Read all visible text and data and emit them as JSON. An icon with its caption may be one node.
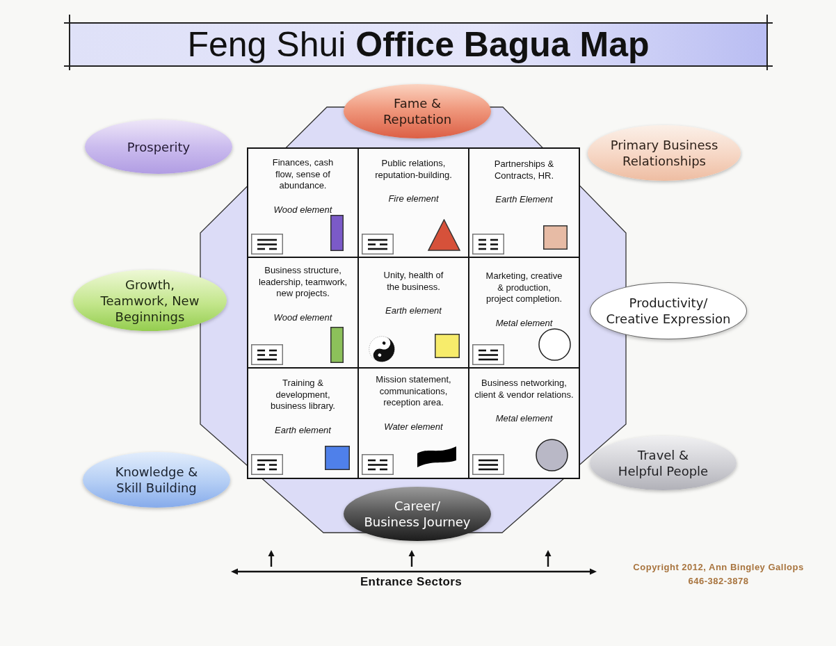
{
  "diagram": {
    "title": "Feng Shui **Office Bagua Map**",
    "nodes": [
      {
        "text": [
          "Fame & Reputation"
        ]
      },
      {
        "text": [
          "Prosperity"
        ]
      },
      {
        "text": [
          "Primary Business Relationships"
        ]
      },
      {
        "text": [
          "Finances, cash flow, sense of abundance.",
          "Wood element"
        ]
      },
      {
        "text": [
          "Public relations, reputation-building.",
          "Fire element"
        ]
      },
      {
        "text": [
          "Partnerships & Contracts, HR.",
          "Earth Element"
        ]
      },
      {
        "text": [
          "Growth, Teamwork, New Beginnings"
        ]
      },
      {
        "text": [
          "Business structure, leadership, teamwork, new projects.",
          "Wood element"
        ]
      },
      {
        "text": [
          "Unity, health of the business.",
          "Earth element"
        ]
      },
      {
        "text": [
          "Marketing, creative & production, project completion.",
          "Metal element"
        ]
      },
      {
        "text": [
          "Productivity/ Creative Expression"
        ]
      },
      {
        "text": [
          "Training & development, business library.",
          "Earth element"
        ]
      },
      {
        "text": [
          "Mission statement, communications, reception area.",
          "Water element"
        ]
      },
      {
        "text": [
          "Business networking, client & vendor relations.",
          "Metal element"
        ]
      },
      {
        "text": [
          "Knowledge & Skill Building"
        ]
      },
      {
        "text": [
          "Travel & Helpful People"
        ]
      },
      {
        "text": [
          "Career/ Business Journey"
        ]
      }
    ],
    "labels": [
      "Entrance Sectors",
      "Copyright 2012, Ann Bingley Gallops",
      "646-382-3878"
    ]
  }
}
